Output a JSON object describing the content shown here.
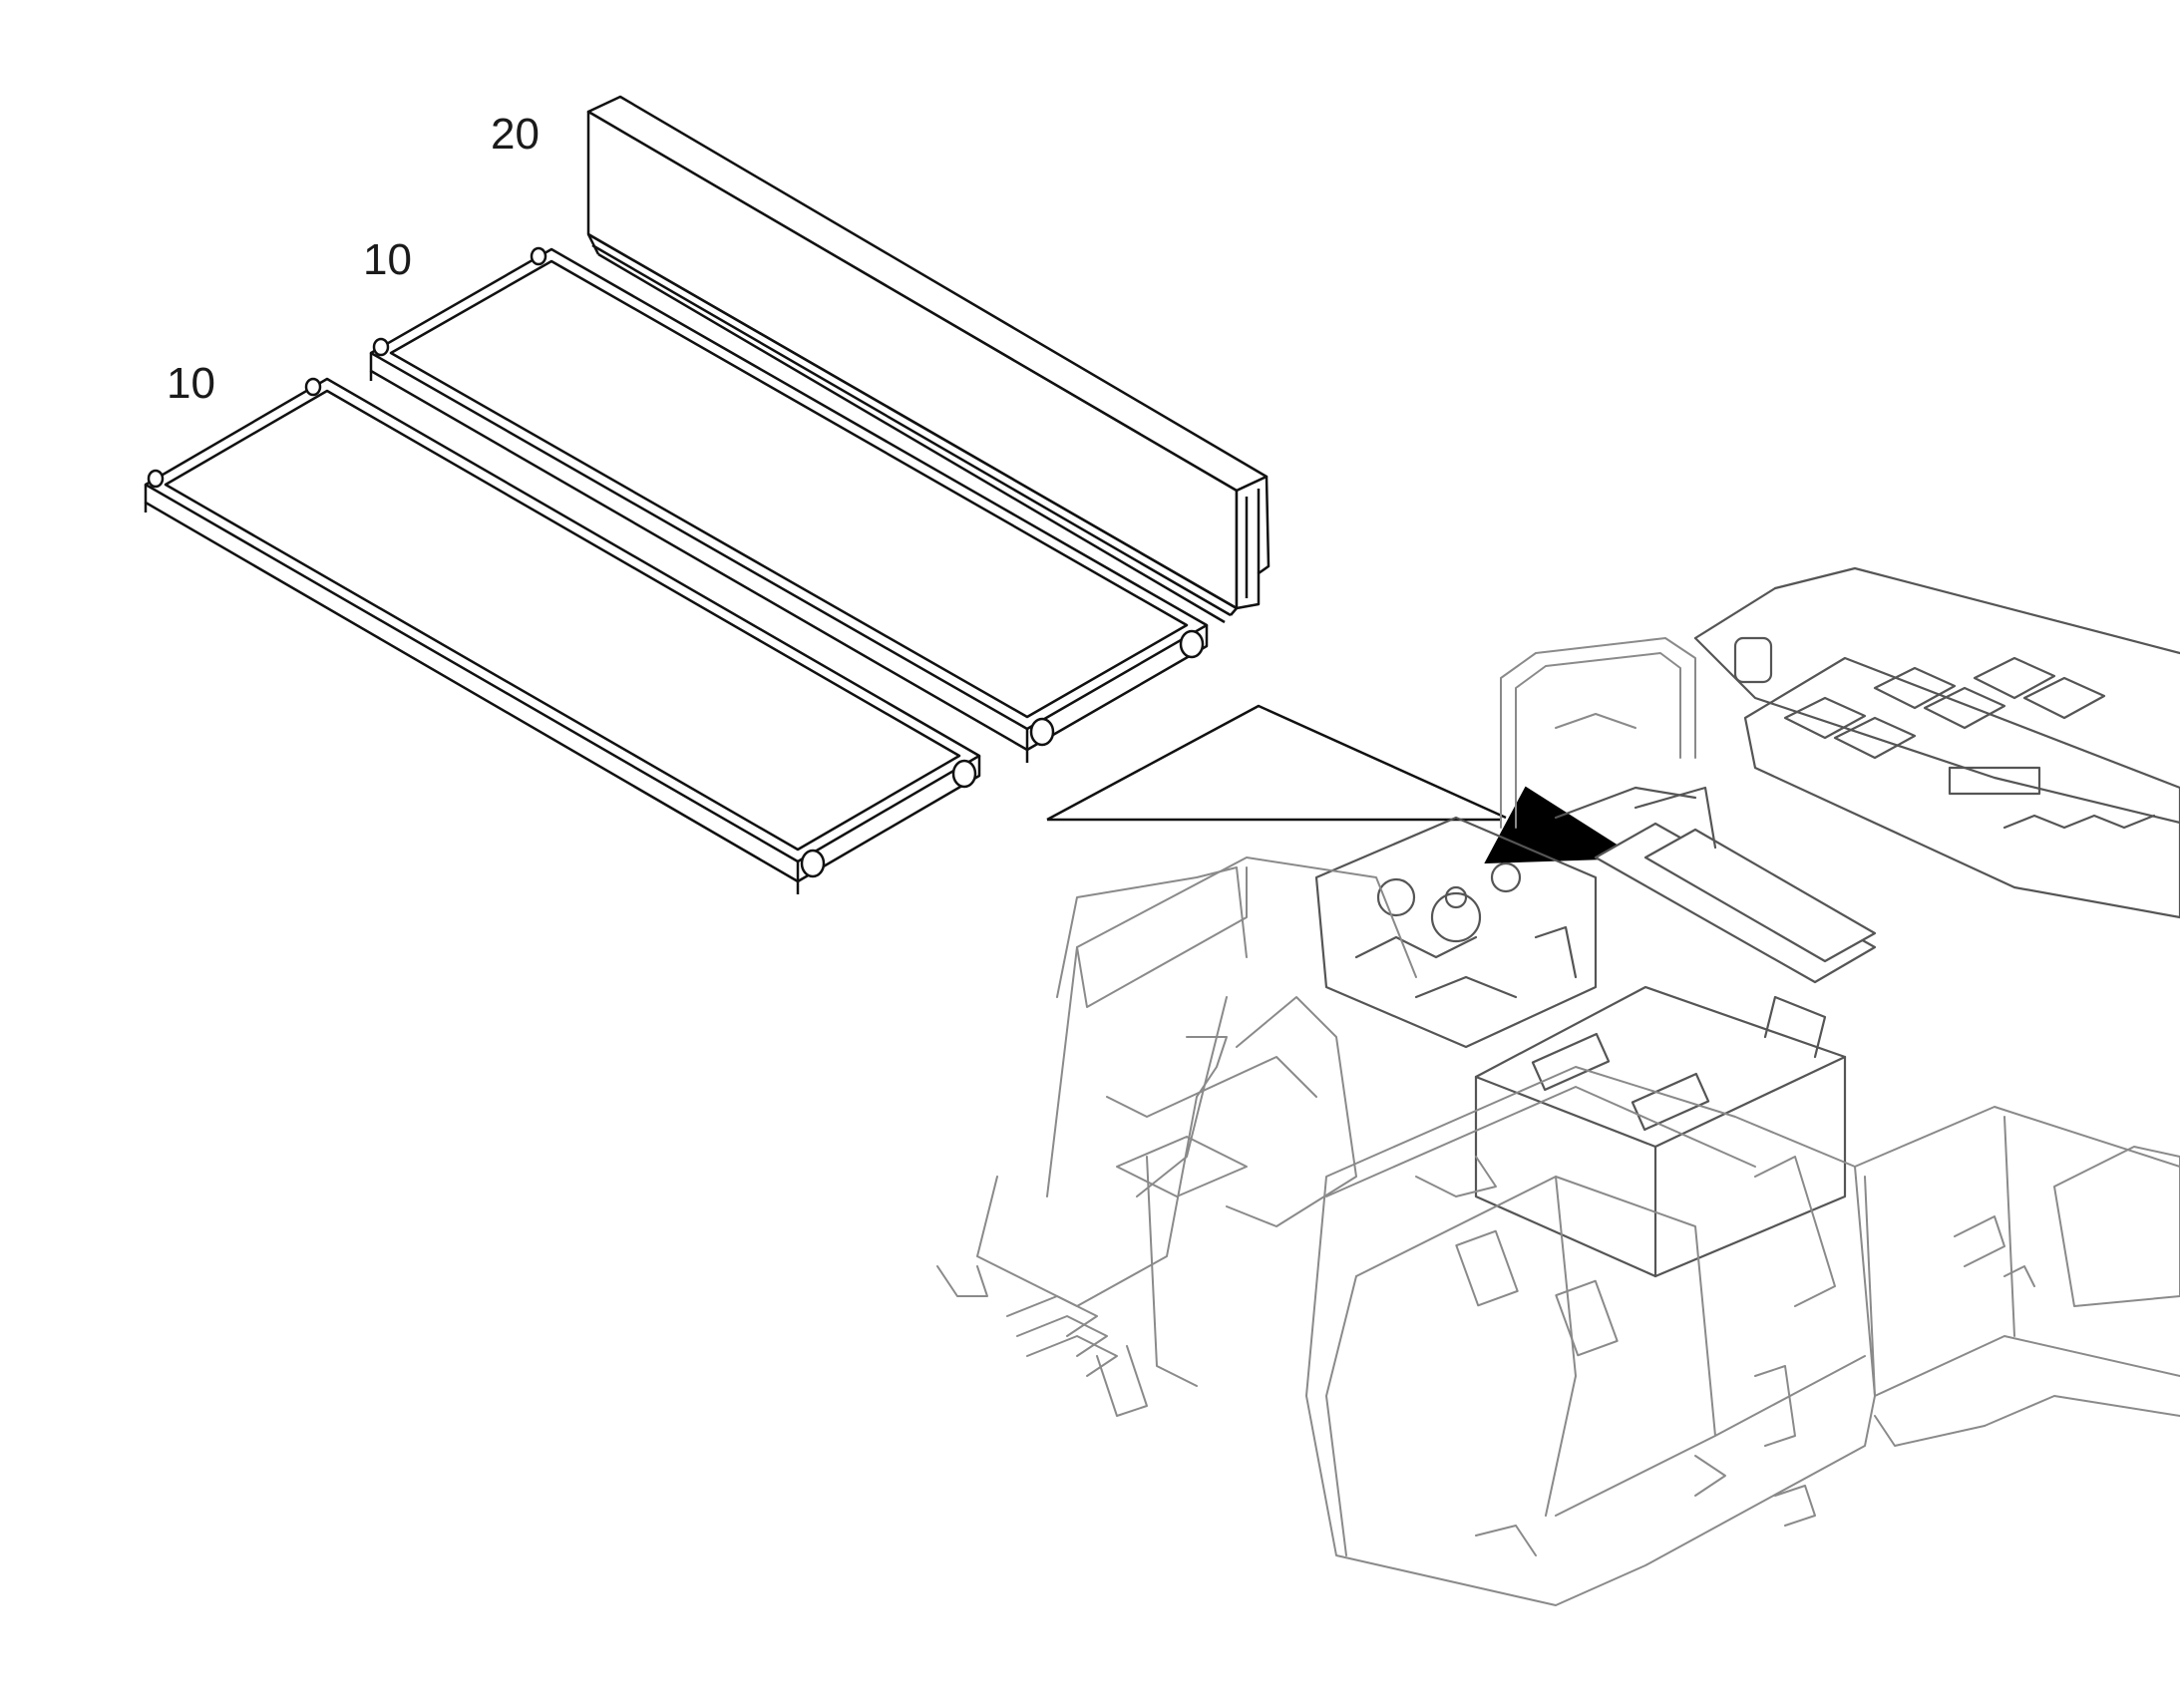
{
  "callouts": [
    {
      "id": "part-20",
      "label": "20"
    },
    {
      "id": "part-10-rear",
      "label": "10"
    },
    {
      "id": "part-10-front",
      "label": "10"
    }
  ],
  "colors": {
    "line": "#111111",
    "machine": "#555555",
    "background": "#ffffff"
  },
  "icons": [
    "pointer-arrow-icon"
  ]
}
